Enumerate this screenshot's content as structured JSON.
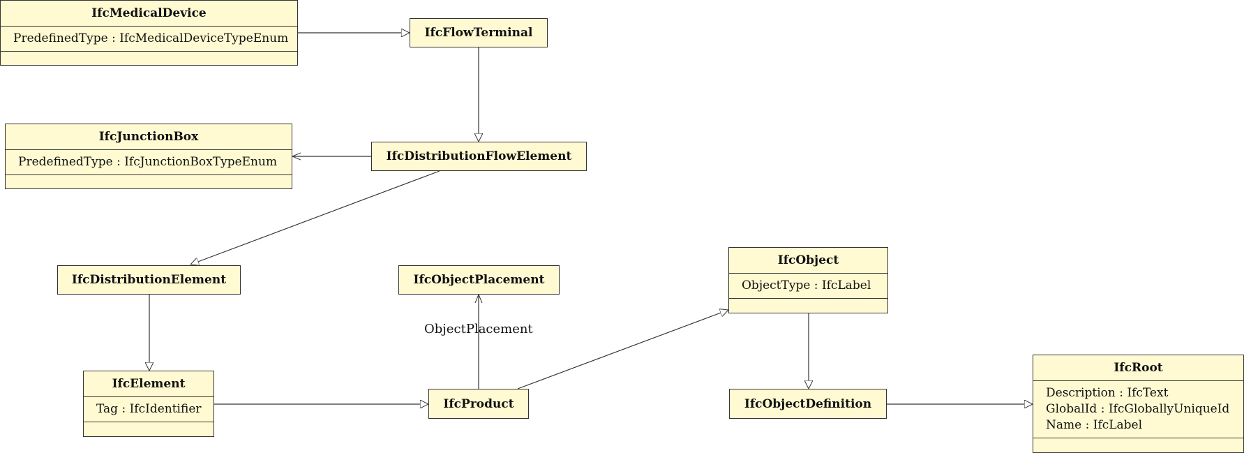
{
  "classes": {
    "medical_device": {
      "name": "IfcMedicalDevice",
      "attributes": [
        "PredefinedType : IfcMedicalDeviceTypeEnum"
      ]
    },
    "flow_terminal": {
      "name": "IfcFlowTerminal"
    },
    "junction_box": {
      "name": "IfcJunctionBox",
      "attributes": [
        "PredefinedType : IfcJunctionBoxTypeEnum"
      ]
    },
    "distribution_flow_element": {
      "name": "IfcDistributionFlowElement"
    },
    "distribution_element": {
      "name": "IfcDistributionElement"
    },
    "object_placement": {
      "name": "IfcObjectPlacement"
    },
    "object": {
      "name": "IfcObject",
      "attributes": [
        "ObjectType : IfcLabel"
      ]
    },
    "element": {
      "name": "IfcElement",
      "attributes": [
        "Tag : IfcIdentifier"
      ]
    },
    "product": {
      "name": "IfcProduct"
    },
    "object_definition": {
      "name": "IfcObjectDefinition"
    },
    "root": {
      "name": "IfcRoot",
      "attributes": [
        "Description : IfcText",
        "GlobalId : IfcGloballyUniqueId",
        "Name : IfcLabel"
      ]
    }
  },
  "associations": {
    "object_placement_label": "ObjectPlacement"
  },
  "colors": {
    "class_fill": "#fffad2",
    "stroke": "#333333"
  }
}
